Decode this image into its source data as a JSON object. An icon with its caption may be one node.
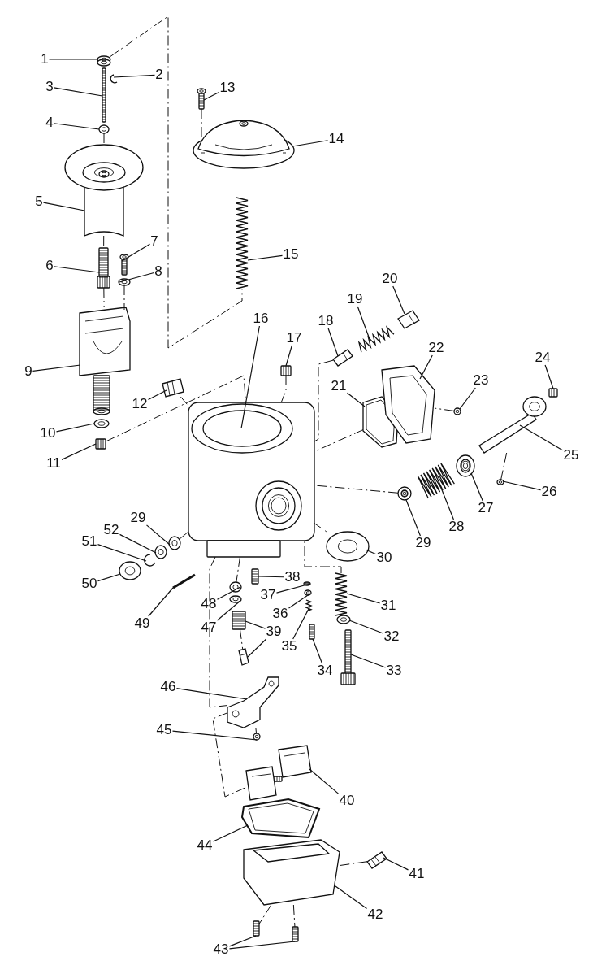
{
  "diagram": {
    "nodes": [
      {
        "text": [
          "1"
        ]
      },
      {
        "text": [
          "2"
        ]
      },
      {
        "text": [
          "3"
        ]
      },
      {
        "text": [
          "4"
        ]
      },
      {
        "text": [
          "5"
        ]
      },
      {
        "text": [
          "6"
        ]
      },
      {
        "text": [
          "7"
        ]
      },
      {
        "text": [
          "8"
        ]
      },
      {
        "text": [
          "9"
        ]
      },
      {
        "text": [
          "10"
        ]
      },
      {
        "text": [
          "11"
        ]
      },
      {
        "text": [
          "12"
        ]
      },
      {
        "text": [
          "13"
        ]
      },
      {
        "text": [
          "14"
        ]
      },
      {
        "text": [
          "15"
        ]
      },
      {
        "text": [
          "16"
        ]
      },
      {
        "text": [
          "17"
        ]
      },
      {
        "text": [
          "18"
        ]
      },
      {
        "text": [
          "19"
        ]
      },
      {
        "text": [
          "20"
        ]
      },
      {
        "text": [
          "21"
        ]
      },
      {
        "text": [
          "22"
        ]
      },
      {
        "text": [
          "23"
        ]
      },
      {
        "text": [
          "24"
        ]
      },
      {
        "text": [
          "25"
        ]
      },
      {
        "text": [
          "26"
        ]
      },
      {
        "text": [
          "27"
        ]
      },
      {
        "text": [
          "28"
        ]
      },
      {
        "text": [
          "29"
        ]
      },
      {
        "text": [
          "30"
        ]
      },
      {
        "text": [
          "31"
        ]
      },
      {
        "text": [
          "32"
        ]
      },
      {
        "text": [
          "33"
        ]
      },
      {
        "text": [
          "34"
        ]
      },
      {
        "text": [
          "35"
        ]
      },
      {
        "text": [
          "36"
        ]
      },
      {
        "text": [
          "37"
        ]
      },
      {
        "text": [
          "38"
        ]
      },
      {
        "text": [
          "39"
        ]
      },
      {
        "text": [
          "40"
        ]
      },
      {
        "text": [
          "41"
        ]
      },
      {
        "text": [
          "42"
        ]
      },
      {
        "text": [
          "43"
        ]
      },
      {
        "text": [
          "44"
        ]
      },
      {
        "text": [
          "45"
        ]
      },
      {
        "text": [
          "46"
        ]
      },
      {
        "text": [
          "47"
        ]
      },
      {
        "text": [
          "48"
        ]
      },
      {
        "text": [
          "49"
        ]
      },
      {
        "text": [
          "50"
        ]
      },
      {
        "text": [
          "51"
        ]
      },
      {
        "text": [
          "52"
        ]
      },
      {
        "text": [
          "29"
        ]
      },
      {
        "text": [],
        "shape": "picture"
      },
      {
        "text": [],
        "shape": "picture"
      },
      {
        "text": [],
        "shape": "picture"
      },
      {
        "text": [],
        "shape": "picture"
      },
      {
        "text": [],
        "shape": "picture"
      },
      {
        "text": [],
        "shape": "picture"
      },
      {
        "text": [],
        "shape": "picture"
      },
      {
        "text": [],
        "shape": "picture"
      },
      {
        "text": [],
        "shape": "picture"
      },
      {
        "text": [],
        "shape": "picture"
      },
      {
        "text": [],
        "shape": "picture"
      },
      {
        "text": [],
        "shape": "picture"
      },
      {
        "text": [],
        "shape": "picture"
      },
      {
        "text": [],
        "shape": "picture"
      },
      {
        "text": [],
        "shape": "picture"
      },
      {
        "text": [],
        "shape": "picture"
      },
      {
        "text": [],
        "shape": "picture"
      },
      {
        "text": [],
        "shape": "picture"
      },
      {
        "text": [],
        "shape": "picture"
      },
      {
        "text": [],
        "shape": "picture"
      },
      {
        "text": [],
        "shape": "picture"
      },
      {
        "text": [],
        "shape": "picture"
      },
      {
        "text": [],
        "shape": "picture"
      },
      {
        "text": [],
        "shape": "picture"
      },
      {
        "text": [],
        "shape": "picture"
      },
      {
        "text": [],
        "shape": "picture"
      },
      {
        "text": [],
        "shape": "picture"
      },
      {
        "text": [],
        "shape": "picture"
      },
      {
        "text": [],
        "shape": "picture"
      },
      {
        "text": [],
        "shape": "picture"
      },
      {
        "text": [],
        "shape": "picture"
      },
      {
        "text": [],
        "shape": "picture"
      },
      {
        "text": [],
        "shape": "picture"
      },
      {
        "text": [],
        "shape": "picture"
      },
      {
        "text": [],
        "shape": "picture"
      },
      {
        "text": [],
        "shape": "picture"
      },
      {
        "text": [],
        "shape": "picture"
      },
      {
        "text": [],
        "shape": "picture"
      },
      {
        "text": [],
        "shape": "picture"
      },
      {
        "text": [],
        "shape": "picture"
      },
      {
        "text": [],
        "shape": "picture"
      },
      {
        "text": [],
        "shape": "picture"
      },
      {
        "text": [],
        "shape": "picture"
      },
      {
        "text": [],
        "shape": "picture"
      },
      {
        "text": [],
        "shape": "picture"
      },
      {
        "text": [],
        "shape": "picture"
      },
      {
        "text": [],
        "shape": "picture"
      },
      {
        "text": [],
        "shape": "picture"
      },
      {
        "text": [],
        "shape": "picture"
      },
      {
        "text": [],
        "shape": "picture"
      },
      {
        "text": [],
        "shape": "picture"
      },
      {
        "text": [],
        "shape": "picture"
      },
      {
        "text": [],
        "shape": "picture"
      },
      {
        "text": [],
        "shape": "picture"
      },
      {
        "text": [],
        "shape": "picture"
      }
    ],
    "edges": [
      {
        "from": 0,
        "to": 53,
        "arrow": "none"
      },
      {
        "from": 1,
        "to": 54,
        "arrow": "none"
      },
      {
        "from": 2,
        "to": 55,
        "arrow": "none"
      },
      {
        "from": 3,
        "to": 56,
        "arrow": "none"
      },
      {
        "from": 4,
        "to": 57,
        "arrow": "none"
      },
      {
        "from": 5,
        "to": 58,
        "arrow": "none"
      },
      {
        "from": 6,
        "to": 59,
        "arrow": "none"
      },
      {
        "from": 7,
        "to": 60,
        "arrow": "none"
      },
      {
        "from": 8,
        "to": 61,
        "arrow": "none"
      },
      {
        "from": 9,
        "to": 62,
        "arrow": "none"
      },
      {
        "from": 10,
        "to": 63,
        "arrow": "none"
      },
      {
        "from": 11,
        "to": 64,
        "arrow": "none"
      },
      {
        "from": 12,
        "to": 65,
        "arrow": "none"
      },
      {
        "from": 13,
        "to": 66,
        "arrow": "none"
      },
      {
        "from": 14,
        "to": 67,
        "arrow": "none"
      },
      {
        "from": 15,
        "to": 68,
        "arrow": "none"
      },
      {
        "from": 16,
        "to": 69,
        "arrow": "none"
      },
      {
        "from": 17,
        "to": 70,
        "arrow": "none"
      },
      {
        "from": 18,
        "to": 71,
        "arrow": "none"
      },
      {
        "from": 19,
        "to": 72,
        "arrow": "none"
      },
      {
        "from": 20,
        "to": 73,
        "arrow": "none"
      },
      {
        "from": 21,
        "to": 74,
        "arrow": "none"
      },
      {
        "from": 22,
        "to": 75,
        "arrow": "none"
      },
      {
        "from": 23,
        "to": 76,
        "arrow": "none"
      },
      {
        "from": 24,
        "to": 77,
        "arrow": "none"
      },
      {
        "from": 25,
        "to": 78,
        "arrow": "none"
      },
      {
        "from": 26,
        "to": 79,
        "arrow": "none"
      },
      {
        "from": 27,
        "to": 80,
        "arrow": "none"
      },
      {
        "from": 28,
        "to": 81,
        "arrow": "none"
      },
      {
        "from": 29,
        "to": 82,
        "arrow": "none"
      },
      {
        "from": 30,
        "to": 83,
        "arrow": "none"
      },
      {
        "from": 31,
        "to": 84,
        "arrow": "none"
      },
      {
        "from": 32,
        "to": 85,
        "arrow": "none"
      },
      {
        "from": 33,
        "to": 86,
        "arrow": "none"
      },
      {
        "from": 34,
        "to": 87,
        "arrow": "none"
      },
      {
        "from": 35,
        "to": 88,
        "arrow": "none"
      },
      {
        "from": 36,
        "to": 89,
        "arrow": "none"
      },
      {
        "from": 37,
        "to": 90,
        "arrow": "none"
      },
      {
        "from": 38,
        "to": 91,
        "arrow": "none"
      },
      {
        "from": 38,
        "to": 92,
        "arrow": "none"
      },
      {
        "from": 39,
        "to": 93,
        "arrow": "none"
      },
      {
        "from": 40,
        "to": 94,
        "arrow": "none"
      },
      {
        "from": 41,
        "to": 95,
        "arrow": "none"
      },
      {
        "from": 42,
        "to": 96,
        "arrow": "none"
      },
      {
        "from": 42,
        "to": 97,
        "arrow": "none"
      },
      {
        "from": 43,
        "to": 98,
        "arrow": "none"
      },
      {
        "from": 44,
        "to": 99,
        "arrow": "none"
      },
      {
        "from": 45,
        "to": 100,
        "arrow": "none"
      },
      {
        "from": 46,
        "to": 101,
        "arrow": "none"
      },
      {
        "from": 47,
        "to": 102,
        "arrow": "none"
      },
      {
        "from": 48,
        "to": 103,
        "arrow": "none"
      },
      {
        "from": 49,
        "to": 104,
        "arrow": "none"
      },
      {
        "from": 50,
        "to": 105,
        "arrow": "none"
      },
      {
        "from": 51,
        "to": 106,
        "arrow": "none"
      },
      {
        "from": 52,
        "to": 107,
        "arrow": "none"
      },
      {
        "from": 53,
        "to": 67,
        "arrow": "none",
        "style": "dashed"
      },
      {
        "from": 56,
        "to": 57,
        "arrow": "none",
        "style": "dashed"
      },
      {
        "from": 58,
        "to": 61,
        "arrow": "none",
        "style": "dashed"
      },
      {
        "from": 60,
        "to": 61,
        "arrow": "none",
        "style": "dashed"
      },
      {
        "from": 63,
        "to": 68,
        "arrow": "none",
        "style": "dashed"
      },
      {
        "from": 64,
        "to": 68,
        "arrow": "none",
        "style": "dashed"
      },
      {
        "from": 65,
        "to": 66,
        "arrow": "none",
        "style": "dashed"
      },
      {
        "from": 69,
        "to": 68,
        "arrow": "none",
        "style": "dashed"
      },
      {
        "from": 70,
        "to": 68,
        "arrow": "none",
        "style": "dashed"
      },
      {
        "from": 75,
        "to": 74,
        "arrow": "none",
        "style": "dashed"
      },
      {
        "from": 73,
        "to": 68,
        "arrow": "none",
        "style": "dashed"
      },
      {
        "from": 81,
        "to": 68,
        "arrow": "none",
        "style": "dashed"
      },
      {
        "from": 68,
        "to": 82,
        "arrow": "none",
        "style": "dashed"
      },
      {
        "from": 83,
        "to": 68,
        "arrow": "none",
        "style": "dashed"
      },
      {
        "from": 68,
        "to": 100,
        "arrow": "none",
        "style": "dashed"
      },
      {
        "from": 100,
        "to": 93,
        "arrow": "none",
        "style": "dashed"
      },
      {
        "from": 100,
        "to": 99,
        "arrow": "none",
        "style": "dashed"
      },
      {
        "from": 94,
        "to": 95,
        "arrow": "none",
        "style": "dashed"
      },
      {
        "from": 95,
        "to": 96,
        "arrow": "none",
        "style": "dashed"
      },
      {
        "from": 95,
        "to": 97,
        "arrow": "none",
        "style": "dashed"
      },
      {
        "from": 77,
        "to": 78,
        "arrow": "none",
        "style": "dashed"
      },
      {
        "from": 91,
        "to": 92,
        "arrow": "none",
        "style": "dashed"
      },
      {
        "from": 68,
        "to": 102,
        "arrow": "none",
        "style": "dashed"
      },
      {
        "from": 107,
        "to": 68,
        "arrow": "none",
        "style": "dashed"
      },
      {
        "from": 57,
        "to": 58,
        "arrow": "none",
        "style": "dashed"
      }
    ]
  }
}
